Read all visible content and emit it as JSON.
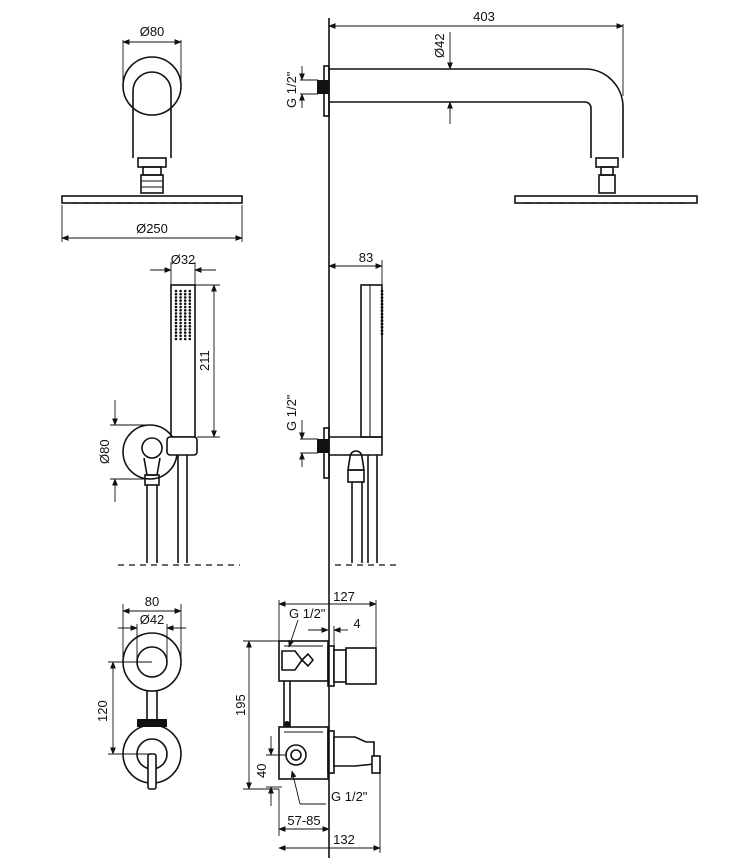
{
  "labels": {
    "d80_top": "Ø80",
    "d250": "Ø250",
    "d42_arm": "Ø42",
    "len403": "403",
    "g_half_top": "G 1/2\"",
    "d32": "Ø32",
    "h211": "211",
    "d80_side": "Ø80",
    "len83": "83",
    "g_half_mid": "G 1/2\"",
    "w80": "80",
    "d42_bot": "Ø42",
    "h120": "120",
    "len127": "127",
    "g_half_valve_top": "G 1/2\"",
    "len4": "4",
    "h195": "195",
    "h40": "40",
    "g_half_valve_bot": "G 1/2\"",
    "range57_85": "57-85",
    "len132": "132"
  }
}
